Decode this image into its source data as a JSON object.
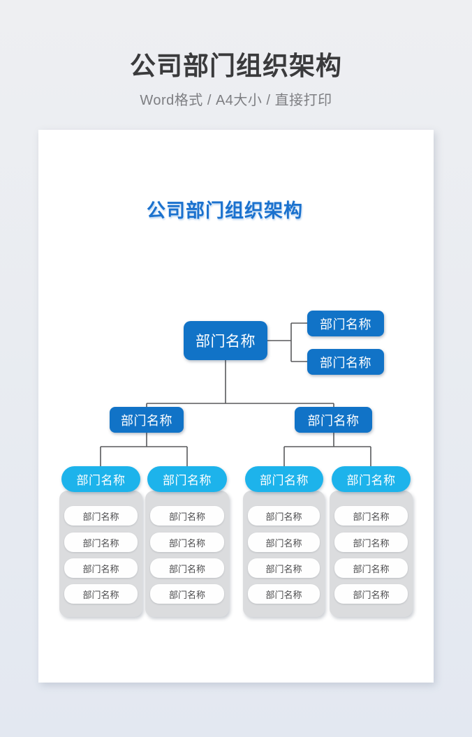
{
  "header": {
    "title": "公司部门组织架构",
    "subtitle": "Word格式 / A4大小 / 直接打印"
  },
  "document": {
    "title": "公司部门组织架构",
    "org_chart": {
      "root": {
        "label": "部门名称"
      },
      "side_nodes": [
        {
          "label": "部门名称"
        },
        {
          "label": "部门名称"
        }
      ],
      "branches": [
        {
          "label": "部门名称",
          "groups": [
            {
              "header": "部门名称",
              "items": [
                "部门名称",
                "部门名称",
                "部门名称",
                "部门名称"
              ]
            },
            {
              "header": "部门名称",
              "items": [
                "部门名称",
                "部门名称",
                "部门名称",
                "部门名称"
              ]
            }
          ]
        },
        {
          "label": "部门名称",
          "groups": [
            {
              "header": "部门名称",
              "items": [
                "部门名称",
                "部门名称",
                "部门名称",
                "部门名称"
              ]
            },
            {
              "header": "部门名称",
              "items": [
                "部门名称",
                "部门名称",
                "部门名称",
                "部门名称"
              ]
            }
          ]
        }
      ]
    },
    "colors": {
      "primary_blue": "#1173c7",
      "accent_cyan": "#1db3eb",
      "connector_gray": "#58595b",
      "title_blue": "#1a71ce"
    }
  }
}
